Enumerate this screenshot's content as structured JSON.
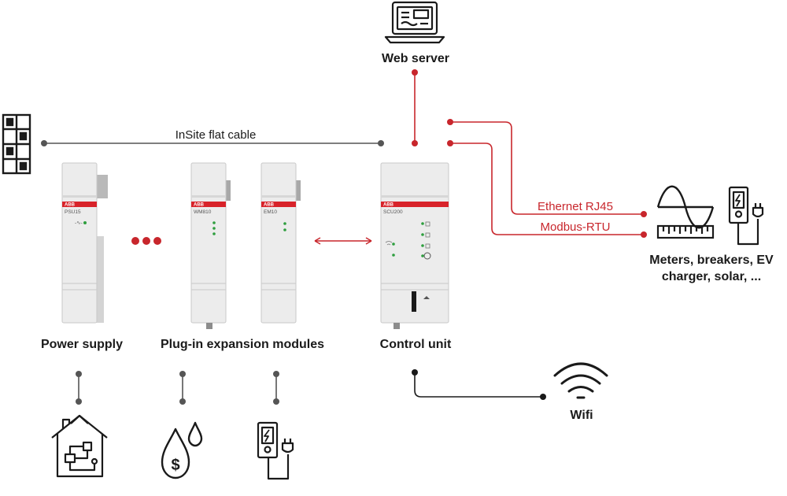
{
  "diagram": {
    "labels": {
      "web_server": "Web server",
      "flat_cable": "InSite flat cable",
      "ethernet": "Ethernet RJ45",
      "modbus": "Modbus-RTU",
      "meters_line1": "Meters, breakers, EV",
      "meters_line2": "charger, solar, ...",
      "power_supply": "Power supply",
      "expansion": "Plug-in expansion modules",
      "control_unit": "Control unit",
      "wifi": "Wifi"
    },
    "modules": {
      "psu": {
        "brand": "ABB",
        "model": "PSU15"
      },
      "wm": {
        "brand": "ABB",
        "model": "WM810"
      },
      "em": {
        "brand": "ABB",
        "model": "EM10"
      },
      "scu": {
        "brand": "ABB",
        "model": "SCU200"
      }
    },
    "colors": {
      "accent_red": "#c8262c",
      "line_gray": "#555555",
      "line_black": "#1a1a1a",
      "led_green": "#2e9e3e",
      "module_body": "#ececec"
    },
    "icons": [
      "laptop-icon",
      "breaker-panel-icon",
      "sine-wave-icon",
      "meter-ruler-icon",
      "ev-charger-icon",
      "wifi-icon",
      "smart-home-icon",
      "water-drops-icon",
      "ev-charger-icon"
    ]
  }
}
